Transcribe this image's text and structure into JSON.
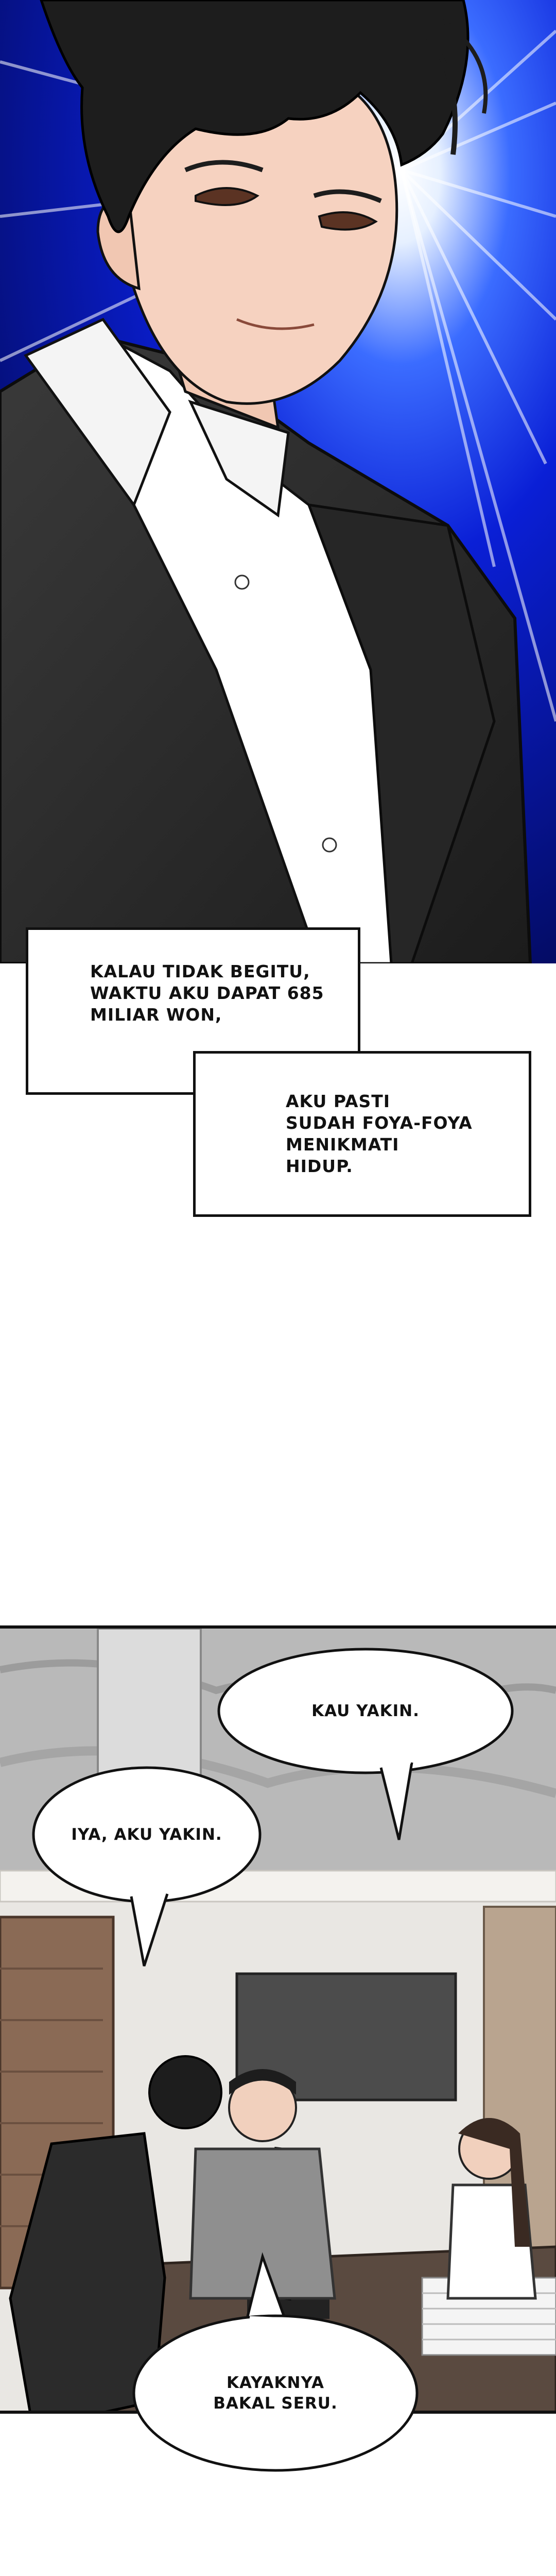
{
  "captions": [
    {
      "text": "KALAU TIDAK BEGITU,\nWAKTU AKU DAPAT 685\nMILIAR WON,"
    },
    {
      "text": "AKU PASTI\nSUDAH FOYA-FOYA MENIKMATI\nHIDUP."
    }
  ],
  "bubbles": [
    {
      "text": "KAU YAKIN."
    },
    {
      "text": "IYA, AKU YAKIN."
    },
    {
      "text": "KAYAKNYA\nBAKAL SERU."
    }
  ],
  "colors": {
    "burst_blue": "#0a1fd6",
    "burst_deep": "#030a5c",
    "suit": "#2b2b2b",
    "shirt": "#ffffff",
    "hair": "#1d1d1d",
    "skin": "#f6d2c0",
    "ceiling": "#b9b9b9",
    "wall": "#e9e7e3",
    "desk": "#5a4a40"
  }
}
